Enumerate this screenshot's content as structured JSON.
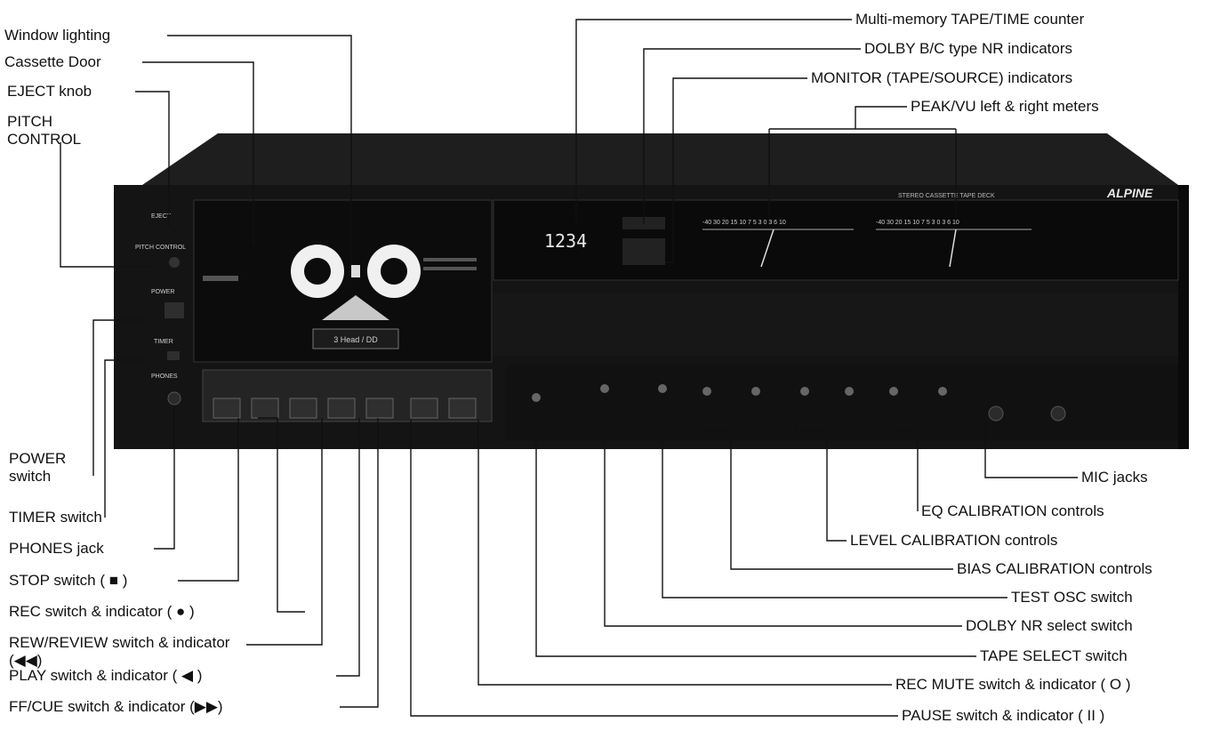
{
  "deck": {
    "brand": "ALPINE",
    "model_text": "STEREO CASSETTE TAPE DECK",
    "counter_display": "1234",
    "left_labels": {
      "eject": "EJECT",
      "pitch": "PITCH CONTROL",
      "power": "POWER",
      "timer": "TIMER",
      "phones": "PHONES"
    },
    "meter_scale": "-40 30 20 15 10 7 5 3 0 3 6 10",
    "cassette_text": "3 Head / DD"
  },
  "labels": {
    "window_lighting": "Window lighting",
    "cassette_door": "Cassette Door",
    "eject_knob": "EJECT knob",
    "pitch_control": "PITCH CONTROL",
    "power_switch": "POWER switch",
    "timer_switch": "TIMER switch",
    "phones_jack": "PHONES jack",
    "stop_switch": "STOP switch ( ■ )",
    "rec_switch": "REC switch & indicator ( ● )",
    "rew_switch": "REW/REVIEW switch & indicator (◀◀)",
    "play_switch": "PLAY switch & indicator ( ◀ )",
    "ff_switch": "FF/CUE switch & indicator (▶▶)",
    "counter": "Multi-memory TAPE/TIME counter",
    "dolby_indicators": "DOLBY B/C type NR indicators",
    "monitor_indicators": "MONITOR (TAPE/SOURCE) indicators",
    "peak_vu": "PEAK/VU left & right meters",
    "mic_jacks": "MIC jacks",
    "eq_cal": "EQ CALIBRATION controls",
    "level_cal": "LEVEL CALIBRATION controls",
    "bias_cal": "BIAS CALIBRATION controls",
    "test_osc": "TEST OSC switch",
    "dolby_select": "DOLBY NR select switch",
    "tape_select": "TAPE SELECT switch",
    "rec_mute": "REC MUTE switch & indicator ( O )",
    "pause": "PAUSE switch & indicator ( II )"
  }
}
